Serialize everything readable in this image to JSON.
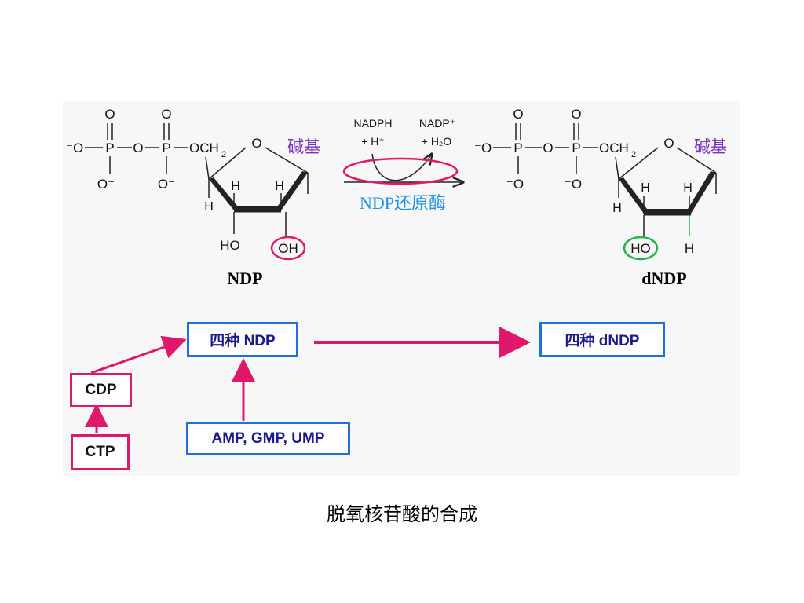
{
  "ndp_molecule": {
    "phosphate_O_top": "O",
    "neg_O": "⁻O",
    "P": "P",
    "bridge_O": "O",
    "O_minus": "O⁻",
    "och2": "OCH",
    "sub2": "2",
    "ring_O": "O",
    "base": "碱基",
    "H": "H",
    "HO": "HO",
    "OH": "OH",
    "name": "NDP"
  },
  "reaction": {
    "nadph": "NADPH",
    "h_plus": "+ H⁺",
    "nadp_plus": "NADP⁺",
    "water": "+ H₂O",
    "enzyme": "NDP还原酶"
  },
  "dndp_molecule": {
    "phosphate_O_top": "O",
    "neg_O": "⁻O",
    "P": "P",
    "bridge_O": "O",
    "minus_O": "⁻O",
    "och2": "OCH",
    "sub2": "2",
    "ring_O": "O",
    "base": "碱基",
    "H": "H",
    "HO": "HO",
    "H_green": "H",
    "name": "dNDP"
  },
  "flow": {
    "four_ndp": "四种 NDP",
    "four_dndp": "四种 dNDP",
    "cdp": "CDP",
    "ctp": "CTP",
    "amp_gmp_ump": "AMP, GMP, UMP"
  },
  "colors": {
    "blue_box": "#1f6fe0",
    "pink": "#e0186c",
    "green": "#22b14c",
    "purple": "#7a2fbf",
    "enzyme_blue": "#1e90e6"
  },
  "caption": "脱氧核苷酸的合成"
}
